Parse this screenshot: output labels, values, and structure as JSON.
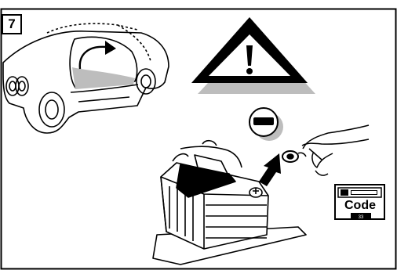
{
  "step": {
    "number": "7"
  },
  "code_badge": {
    "label": "Code",
    "sub_label": "33"
  },
  "icons": {
    "warning": "warning-triangle-icon",
    "minus": "minus-terminal-icon",
    "car": "car-trunk-open-icon",
    "battery": "battery-icon",
    "hand": "hand-disconnect-icon",
    "code": "radio-code-icon"
  },
  "colors": {
    "line": "#000000",
    "background": "#ffffff",
    "shade": "#bdbdbd"
  }
}
